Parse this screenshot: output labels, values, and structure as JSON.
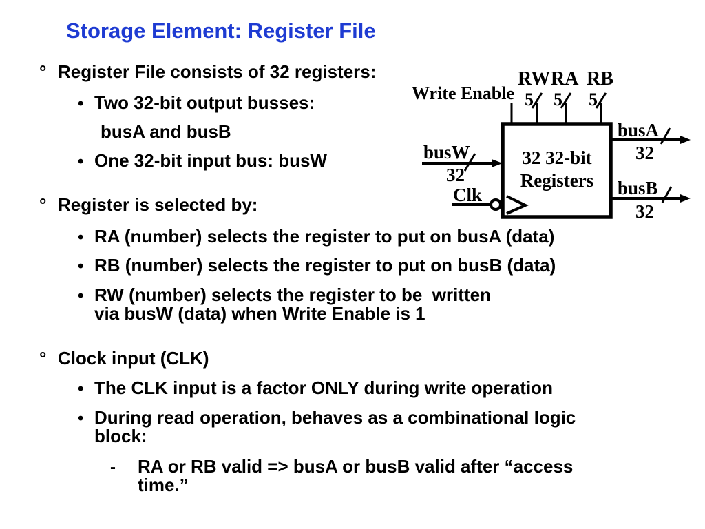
{
  "title": {
    "text": "Storage Element: Register File",
    "color": "#1e3bd2"
  },
  "content": {
    "lines": [
      {
        "marker": "°",
        "text": "Register File consists of 32 registers:"
      },
      {
        "marker": "•",
        "text": "Two 32-bit output busses:"
      },
      {
        "marker": "",
        "text": "busA and busB"
      },
      {
        "marker": "•",
        "text": "One 32-bit input bus: busW"
      },
      {
        "marker": "°",
        "text": "Register is selected by:"
      },
      {
        "marker": "•",
        "text": "RA (number) selects the register to put on busA (data)"
      },
      {
        "marker": "•",
        "text": "RB (number) selects the register to put on busB (data)"
      },
      {
        "marker": "•",
        "text": "RW (number) selects the register to be  written"
      },
      {
        "marker": "",
        "text": "via busW (data) when Write Enable is 1"
      },
      {
        "marker": "°",
        "text": "Clock input (CLK)"
      },
      {
        "marker": "•",
        "text": "The CLK input is a factor ONLY during write operation"
      },
      {
        "marker": "•",
        "text": "During read operation, behaves as a combinational logic"
      },
      {
        "marker": "",
        "text": "block:"
      },
      {
        "marker": "-",
        "text": "RA or RB valid => busA or busB valid after “access"
      },
      {
        "marker": "",
        "text": "time.”"
      }
    ]
  },
  "diagram": {
    "write_enable_label": "Write Enable",
    "top_ports": [
      {
        "label": "RW",
        "width": "5"
      },
      {
        "label": "RA",
        "width": "5"
      },
      {
        "label": "RB",
        "width": "5"
      }
    ],
    "bus_w": {
      "label": "busW",
      "width": "32"
    },
    "clk_label": "Clk",
    "box_line1": "32 32-bit",
    "box_line2": "Registers",
    "bus_a": {
      "label": "busA",
      "width": "32"
    },
    "bus_b": {
      "label": "busB",
      "width": "32"
    }
  }
}
